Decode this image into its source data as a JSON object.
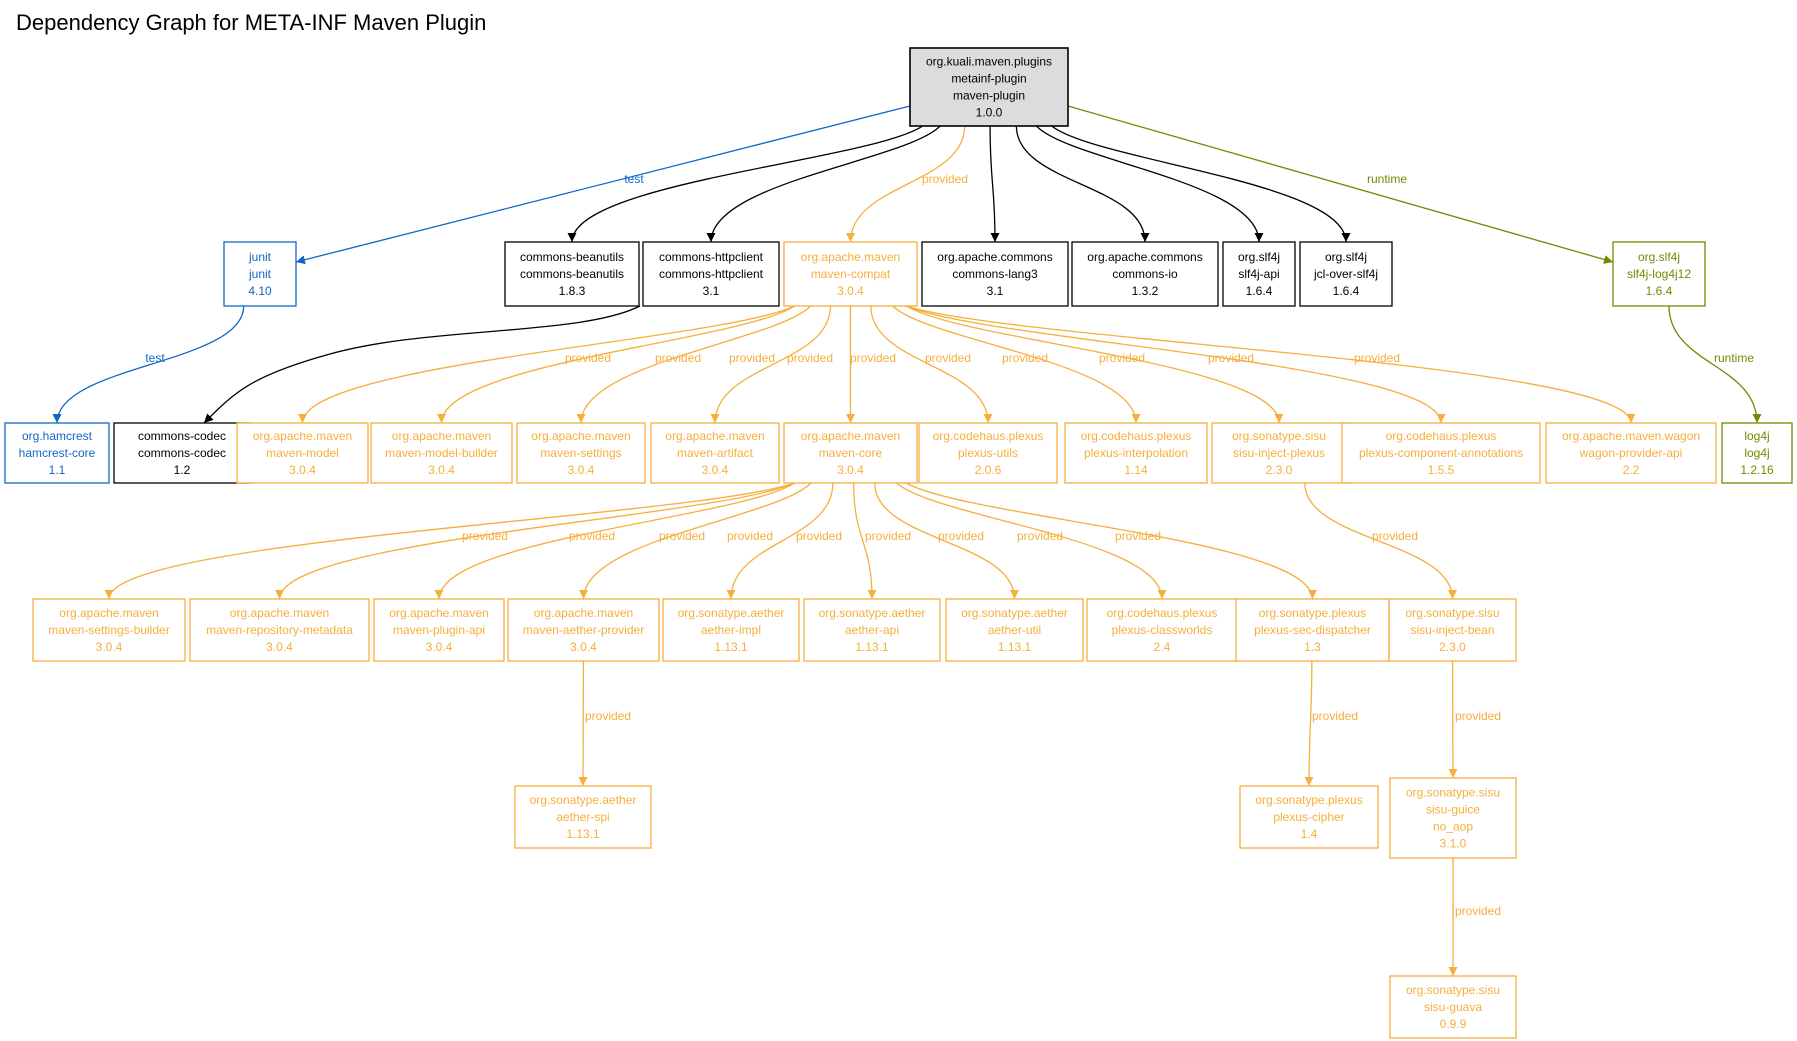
{
  "title": "Dependency Graph for META-INF Maven Plugin",
  "colors": {
    "compile": "#000000",
    "provided": "#f6ae3d",
    "test": "#1266c5",
    "runtime": "#6f8c00",
    "root_fill": "#dcdcdc"
  },
  "nodes": [
    {
      "id": "root",
      "lines": [
        "org.kuali.maven.plugins",
        "metainf-plugin",
        "maven-plugin",
        "1.0.0"
      ],
      "scope": "root"
    },
    {
      "id": "junit",
      "lines": [
        "junit",
        "junit",
        "4.10"
      ],
      "scope": "test"
    },
    {
      "id": "hamcrest",
      "lines": [
        "org.hamcrest",
        "hamcrest-core",
        "1.1"
      ],
      "scope": "test"
    },
    {
      "id": "beanutils",
      "lines": [
        "commons-beanutils",
        "commons-beanutils",
        "1.8.3"
      ],
      "scope": "compile"
    },
    {
      "id": "httpclient",
      "lines": [
        "commons-httpclient",
        "commons-httpclient",
        "3.1"
      ],
      "scope": "compile"
    },
    {
      "id": "codec",
      "lines": [
        "commons-codec",
        "commons-codec",
        "1.2"
      ],
      "scope": "compile"
    },
    {
      "id": "compat",
      "lines": [
        "org.apache.maven",
        "maven-compat",
        "3.0.4"
      ],
      "scope": "provided"
    },
    {
      "id": "lang3",
      "lines": [
        "org.apache.commons",
        "commons-lang3",
        "3.1"
      ],
      "scope": "compile"
    },
    {
      "id": "io",
      "lines": [
        "org.apache.commons",
        "commons-io",
        "1.3.2"
      ],
      "scope": "compile"
    },
    {
      "id": "slf4japi",
      "lines": [
        "org.slf4j",
        "slf4j-api",
        "1.6.4"
      ],
      "scope": "compile"
    },
    {
      "id": "jcl",
      "lines": [
        "org.slf4j",
        "jcl-over-slf4j",
        "1.6.4"
      ],
      "scope": "compile"
    },
    {
      "id": "log4j12",
      "lines": [
        "org.slf4j",
        "slf4j-log4j12",
        "1.6.4"
      ],
      "scope": "runtime"
    },
    {
      "id": "log4j",
      "lines": [
        "log4j",
        "log4j",
        "1.2.16"
      ],
      "scope": "runtime"
    },
    {
      "id": "model",
      "lines": [
        "org.apache.maven",
        "maven-model",
        "3.0.4"
      ],
      "scope": "provided"
    },
    {
      "id": "modelbuilder",
      "lines": [
        "org.apache.maven",
        "maven-model-builder",
        "3.0.4"
      ],
      "scope": "provided"
    },
    {
      "id": "settings",
      "lines": [
        "org.apache.maven",
        "maven-settings",
        "3.0.4"
      ],
      "scope": "provided"
    },
    {
      "id": "artifact",
      "lines": [
        "org.apache.maven",
        "maven-artifact",
        "3.0.4"
      ],
      "scope": "provided"
    },
    {
      "id": "core",
      "lines": [
        "org.apache.maven",
        "maven-core",
        "3.0.4"
      ],
      "scope": "provided"
    },
    {
      "id": "putils",
      "lines": [
        "org.codehaus.plexus",
        "plexus-utils",
        "2.0.6"
      ],
      "scope": "provided"
    },
    {
      "id": "pinterp",
      "lines": [
        "org.codehaus.plexus",
        "plexus-interpolation",
        "1.14"
      ],
      "scope": "provided"
    },
    {
      "id": "sisuplexus",
      "lines": [
        "org.sonatype.sisu",
        "sisu-inject-plexus",
        "2.3.0"
      ],
      "scope": "provided"
    },
    {
      "id": "pannot",
      "lines": [
        "org.codehaus.plexus",
        "plexus-component-annotations",
        "1.5.5"
      ],
      "scope": "provided"
    },
    {
      "id": "wagon",
      "lines": [
        "org.apache.maven.wagon",
        "wagon-provider-api",
        "2.2"
      ],
      "scope": "provided"
    },
    {
      "id": "settingsbuilder",
      "lines": [
        "org.apache.maven",
        "maven-settings-builder",
        "3.0.4"
      ],
      "scope": "provided"
    },
    {
      "id": "repometa",
      "lines": [
        "org.apache.maven",
        "maven-repository-metadata",
        "3.0.4"
      ],
      "scope": "provided"
    },
    {
      "id": "pluginapi",
      "lines": [
        "org.apache.maven",
        "maven-plugin-api",
        "3.0.4"
      ],
      "scope": "provided"
    },
    {
      "id": "aetherprov",
      "lines": [
        "org.apache.maven",
        "maven-aether-provider",
        "3.0.4"
      ],
      "scope": "provided"
    },
    {
      "id": "aetherimpl",
      "lines": [
        "org.sonatype.aether",
        "aether-impl",
        "1.13.1"
      ],
      "scope": "provided"
    },
    {
      "id": "aetherapi",
      "lines": [
        "org.sonatype.aether",
        "aether-api",
        "1.13.1"
      ],
      "scope": "provided"
    },
    {
      "id": "aetherutil",
      "lines": [
        "org.sonatype.aether",
        "aether-util",
        "1.13.1"
      ],
      "scope": "provided"
    },
    {
      "id": "classworlds",
      "lines": [
        "org.codehaus.plexus",
        "plexus-classworlds",
        "2.4"
      ],
      "scope": "provided"
    },
    {
      "id": "secdisp",
      "lines": [
        "org.sonatype.plexus",
        "plexus-sec-dispatcher",
        "1.3"
      ],
      "scope": "provided"
    },
    {
      "id": "injectbean",
      "lines": [
        "org.sonatype.sisu",
        "sisu-inject-bean",
        "2.3.0"
      ],
      "scope": "provided"
    },
    {
      "id": "aetherspi",
      "lines": [
        "org.sonatype.aether",
        "aether-spi",
        "1.13.1"
      ],
      "scope": "provided"
    },
    {
      "id": "cipher",
      "lines": [
        "org.sonatype.plexus",
        "plexus-cipher",
        "1.4"
      ],
      "scope": "provided"
    },
    {
      "id": "guice",
      "lines": [
        "org.sonatype.sisu",
        "sisu-guice",
        "no_aop",
        "3.1.0"
      ],
      "scope": "provided"
    },
    {
      "id": "guava",
      "lines": [
        "org.sonatype.sisu",
        "sisu-guava",
        "0.9.9"
      ],
      "scope": "provided"
    }
  ],
  "edges": [
    {
      "from": "root",
      "to": "junit",
      "label": "test",
      "scope": "test"
    },
    {
      "from": "root",
      "to": "beanutils",
      "label": "",
      "scope": "compile"
    },
    {
      "from": "root",
      "to": "httpclient",
      "label": "",
      "scope": "compile"
    },
    {
      "from": "root",
      "to": "compat",
      "label": "provided",
      "scope": "provided"
    },
    {
      "from": "root",
      "to": "lang3",
      "label": "",
      "scope": "compile"
    },
    {
      "from": "root",
      "to": "io",
      "label": "",
      "scope": "compile"
    },
    {
      "from": "root",
      "to": "slf4japi",
      "label": "",
      "scope": "compile"
    },
    {
      "from": "root",
      "to": "jcl",
      "label": "",
      "scope": "compile"
    },
    {
      "from": "root",
      "to": "log4j12",
      "label": "runtime",
      "scope": "runtime"
    },
    {
      "from": "junit",
      "to": "hamcrest",
      "label": "test",
      "scope": "test"
    },
    {
      "from": "httpclient",
      "to": "codec",
      "label": "",
      "scope": "compile"
    },
    {
      "from": "log4j12",
      "to": "log4j",
      "label": "runtime",
      "scope": "runtime"
    },
    {
      "from": "compat",
      "to": "model",
      "label": "provided",
      "scope": "provided"
    },
    {
      "from": "compat",
      "to": "modelbuilder",
      "label": "provided",
      "scope": "provided"
    },
    {
      "from": "compat",
      "to": "settings",
      "label": "provided",
      "scope": "provided"
    },
    {
      "from": "compat",
      "to": "artifact",
      "label": "provided",
      "scope": "provided"
    },
    {
      "from": "compat",
      "to": "core",
      "label": "provided",
      "scope": "provided"
    },
    {
      "from": "compat",
      "to": "putils",
      "label": "provided",
      "scope": "provided"
    },
    {
      "from": "compat",
      "to": "pinterp",
      "label": "provided",
      "scope": "provided"
    },
    {
      "from": "compat",
      "to": "sisuplexus",
      "label": "provided",
      "scope": "provided"
    },
    {
      "from": "compat",
      "to": "pannot",
      "label": "provided",
      "scope": "provided"
    },
    {
      "from": "compat",
      "to": "wagon",
      "label": "provided",
      "scope": "provided"
    },
    {
      "from": "core",
      "to": "settingsbuilder",
      "label": "provided",
      "scope": "provided"
    },
    {
      "from": "core",
      "to": "repometa",
      "label": "provided",
      "scope": "provided"
    },
    {
      "from": "core",
      "to": "pluginapi",
      "label": "provided",
      "scope": "provided"
    },
    {
      "from": "core",
      "to": "aetherprov",
      "label": "provided",
      "scope": "provided"
    },
    {
      "from": "core",
      "to": "aetherimpl",
      "label": "provided",
      "scope": "provided"
    },
    {
      "from": "core",
      "to": "aetherapi",
      "label": "provided",
      "scope": "provided"
    },
    {
      "from": "core",
      "to": "aetherutil",
      "label": "provided",
      "scope": "provided"
    },
    {
      "from": "core",
      "to": "classworlds",
      "label": "provided",
      "scope": "provided"
    },
    {
      "from": "core",
      "to": "secdisp",
      "label": "provided",
      "scope": "provided"
    },
    {
      "from": "sisuplexus",
      "to": "injectbean",
      "label": "provided",
      "scope": "provided"
    },
    {
      "from": "aetherprov",
      "to": "aetherspi",
      "label": "provided",
      "scope": "provided"
    },
    {
      "from": "secdisp",
      "to": "cipher",
      "label": "provided",
      "scope": "provided"
    },
    {
      "from": "injectbean",
      "to": "guice",
      "label": "provided",
      "scope": "provided"
    },
    {
      "from": "guice",
      "to": "guava",
      "label": "provided",
      "scope": "provided"
    }
  ]
}
